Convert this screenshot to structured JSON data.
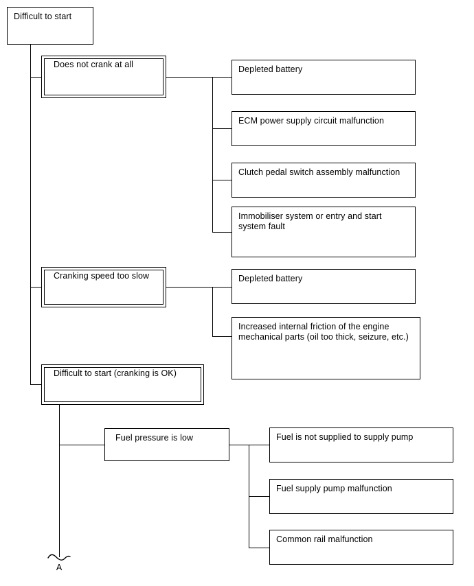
{
  "diagram": {
    "title": "Difficult to start",
    "type": "fault-tree-flowchart",
    "root": {
      "label": "Difficult to start"
    },
    "branches": [
      {
        "label": "Does not crank at all",
        "style": "double-border",
        "causes": [
          {
            "label": "Depleted battery"
          },
          {
            "label": "ECM power supply circuit malfunction"
          },
          {
            "label": "Clutch pedal switch assembly malfunction"
          },
          {
            "label": "Immobiliser system or entry and start\nsystem fault"
          }
        ]
      },
      {
        "label": "Cranking speed too slow",
        "style": "double-border",
        "causes": [
          {
            "label": "Depleted battery"
          },
          {
            "label": "Increased internal friction of the engine\nmechanical parts (oil too thick, seizure, etc.)"
          }
        ]
      },
      {
        "label": "Difficult to start (cranking is OK)",
        "style": "double-border",
        "subbranches": [
          {
            "label": "Fuel pressure is low",
            "style": "single-border",
            "causes": [
              {
                "label": "Fuel is not supplied to supply pump"
              },
              {
                "label": "Fuel supply pump malfunction"
              },
              {
                "label": "Common rail malfunction"
              }
            ]
          }
        ]
      }
    ],
    "continuation": {
      "symbol": "wavy-break",
      "tag": "A"
    },
    "colors": {
      "stroke": "#000000",
      "fill": "#ffffff",
      "text": "#000000"
    }
  }
}
